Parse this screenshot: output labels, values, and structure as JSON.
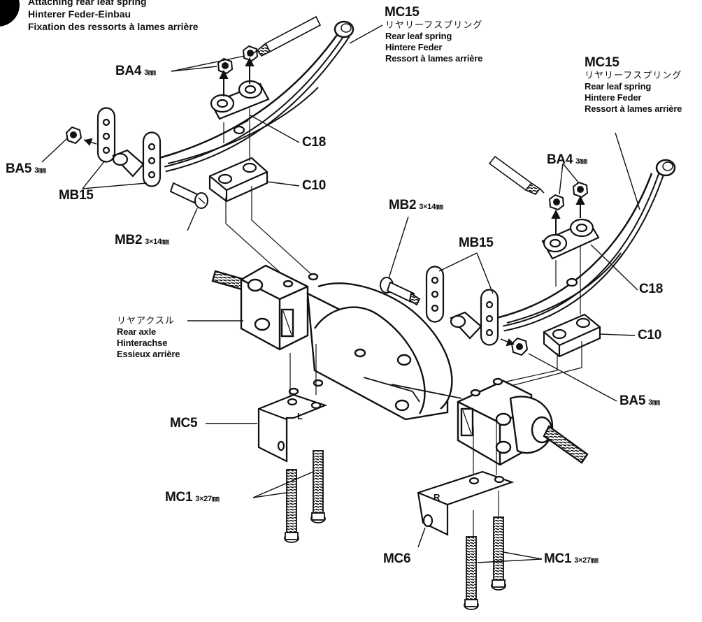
{
  "header": {
    "lines": [
      "Attaching rear leaf spring",
      "Hinterer Feder-Einbau",
      "Fixation des ressorts à lames arrière"
    ]
  },
  "parts": {
    "mc15_top": {
      "code": "MC15",
      "jp": "リヤリーフスプリング",
      "en": "Rear leaf spring",
      "de": "Hintere Feder",
      "fr": "Ressort à lames arrière"
    },
    "mc15_right": {
      "code": "MC15",
      "jp": "リヤリーフスプリング",
      "en": "Rear leaf spring",
      "de": "Hintere Feder",
      "fr": "Ressort à lames arrière"
    },
    "ba4_left": {
      "code": "BA4",
      "size": "3㎜"
    },
    "ba4_right": {
      "code": "BA4",
      "size": "3㎜"
    },
    "ba5_left": {
      "code": "BA5",
      "size": "3㎜"
    },
    "ba5_right": {
      "code": "BA5",
      "size": "3㎜"
    },
    "mb15_left": {
      "code": "MB15"
    },
    "mb15_right": {
      "code": "MB15"
    },
    "mb2_left": {
      "code": "MB2",
      "size": "3×14㎜"
    },
    "mb2_right": {
      "code": "MB2",
      "size": "3×14㎜"
    },
    "c18_left": {
      "code": "C18"
    },
    "c18_right": {
      "code": "C18"
    },
    "c10_left": {
      "code": "C10"
    },
    "c10_right": {
      "code": "C10"
    },
    "rear_axle": {
      "jp": "リヤアクスル",
      "en": "Rear axle",
      "de": "Hinterachse",
      "fr": "Essieux arrière"
    },
    "mc5": {
      "code": "MC5"
    },
    "mc6": {
      "code": "MC6"
    },
    "mc1_left": {
      "code": "MC1",
      "size": "3×27㎜"
    },
    "mc1_right": {
      "code": "MC1",
      "size": "3×27㎜"
    },
    "bracket_left_mark": "L",
    "bracket_right_mark": "R"
  }
}
